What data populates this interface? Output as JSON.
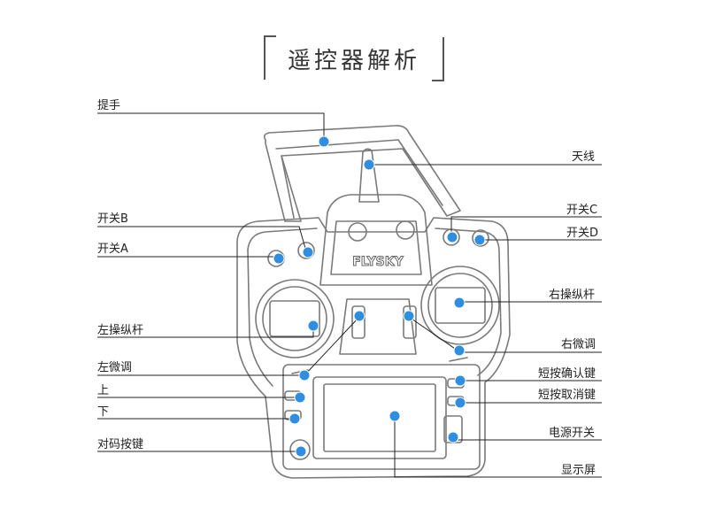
{
  "title": "遥控器解析",
  "brand": "FLYSKY",
  "accent_color": "#2f8ee0",
  "labels": {
    "handle": "提手",
    "antenna": "天线",
    "switch_b": "开关B",
    "switch_a": "开关A",
    "switch_c": "开关C",
    "switch_d": "开关D",
    "left_stick": "左操纵杆",
    "right_stick": "右操纵杆",
    "left_trim": "左微调",
    "right_trim": "右微调",
    "up": "上",
    "down": "下",
    "bind_key": "对码按键",
    "short_ok": "短按确认键",
    "short_cancel": "短按取消键",
    "power_switch": "电源开关",
    "display": "显示屏"
  }
}
